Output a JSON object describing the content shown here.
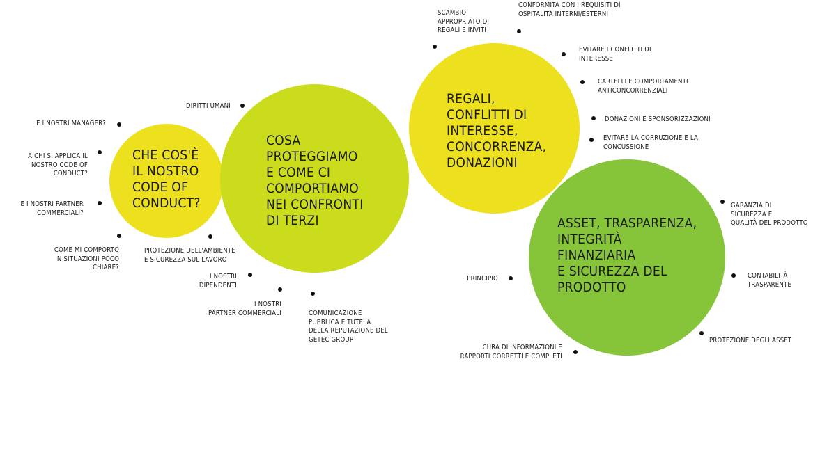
{
  "colors": {
    "yellow": "#ece01f",
    "lime": "#cadc1b",
    "green": "#86c43a",
    "text": "#1a1a1a",
    "dot": "#111111"
  },
  "bubbles": {
    "code": "CHE COS'È\nIL NOSTRO\nCODE OF\nCONDUCT?",
    "protect": "COSA\nPROTEGGIAMO\nE COME CI\nCOMPORTIAMO\nNEI CONFRONTI\nDI TERZI",
    "gifts": "REGALI,\nCONFLITTI DI\nINTERESSE,\nCONCORRENZA,\nDONAZIONI",
    "assets": "ASSET, TRASPARENZA,\nINTEGRITÀ\nFINANZIARIA\nE SICUREZZA DEL\nPRODOTTO"
  },
  "labels": {
    "managers": "E I NOSTRI MANAGER?",
    "applies": "A CHI SI APPLICA IL\nNOSTRO CODE OF\nCONDUCT?",
    "partners_q": "E I NOSTRI PARTNER\nCOMMERCIALI?",
    "unclear": "COME MI COMPORTO\nIN SITUAZIONI POCO\nCHIARE?",
    "human_rights": "DIRITTI UMANI",
    "environment": "PROTEZIONE DELL'AMBIENTE\nE SICUREZZA SUL LAVORO",
    "employees": "I NOSTRI\nDIPENDENTI",
    "partners": "I NOSTRI\nPARTNER COMMERCIALI",
    "communication": "COMUNICAZIONE\nPUBBLICA E TUTELA\nDELLA REPUTAZIONE DEL\nGETEC GROUP",
    "gifts_exchange": "SCAMBIO\nAPPROPRIATO DI\nREGALI E INVITI",
    "hospitality": "CONFORMITÀ CON I REQUISITI DI\nOSPITALITÀ INTERNI/ESTERNI",
    "conflicts": "EVITARE I CONFLITTI DI\nINTERESSE",
    "cartels": "CARTELLI E COMPORTAMENTI\nANTICONCORRENZIALI",
    "donations": "DONAZIONI E SPONSORIZZAZIONI",
    "corruption": "EVITARE LA CORRUZIONE E LA\nCONCUSSIONE",
    "safety": "GARANZIA DI\nSICUREZZA E\nQUALITÀ DEL PRODOTTO",
    "principle": "PRINCIPIO",
    "accounting": "CONTABILITÀ\nTRASPARENTE",
    "info_care": "CURA DI INFORMAZIONI E\nRAPPORTI CORRETTI E COMPLETI",
    "asset_protection": "PROTEZIONE DEGLI ASSET"
  }
}
